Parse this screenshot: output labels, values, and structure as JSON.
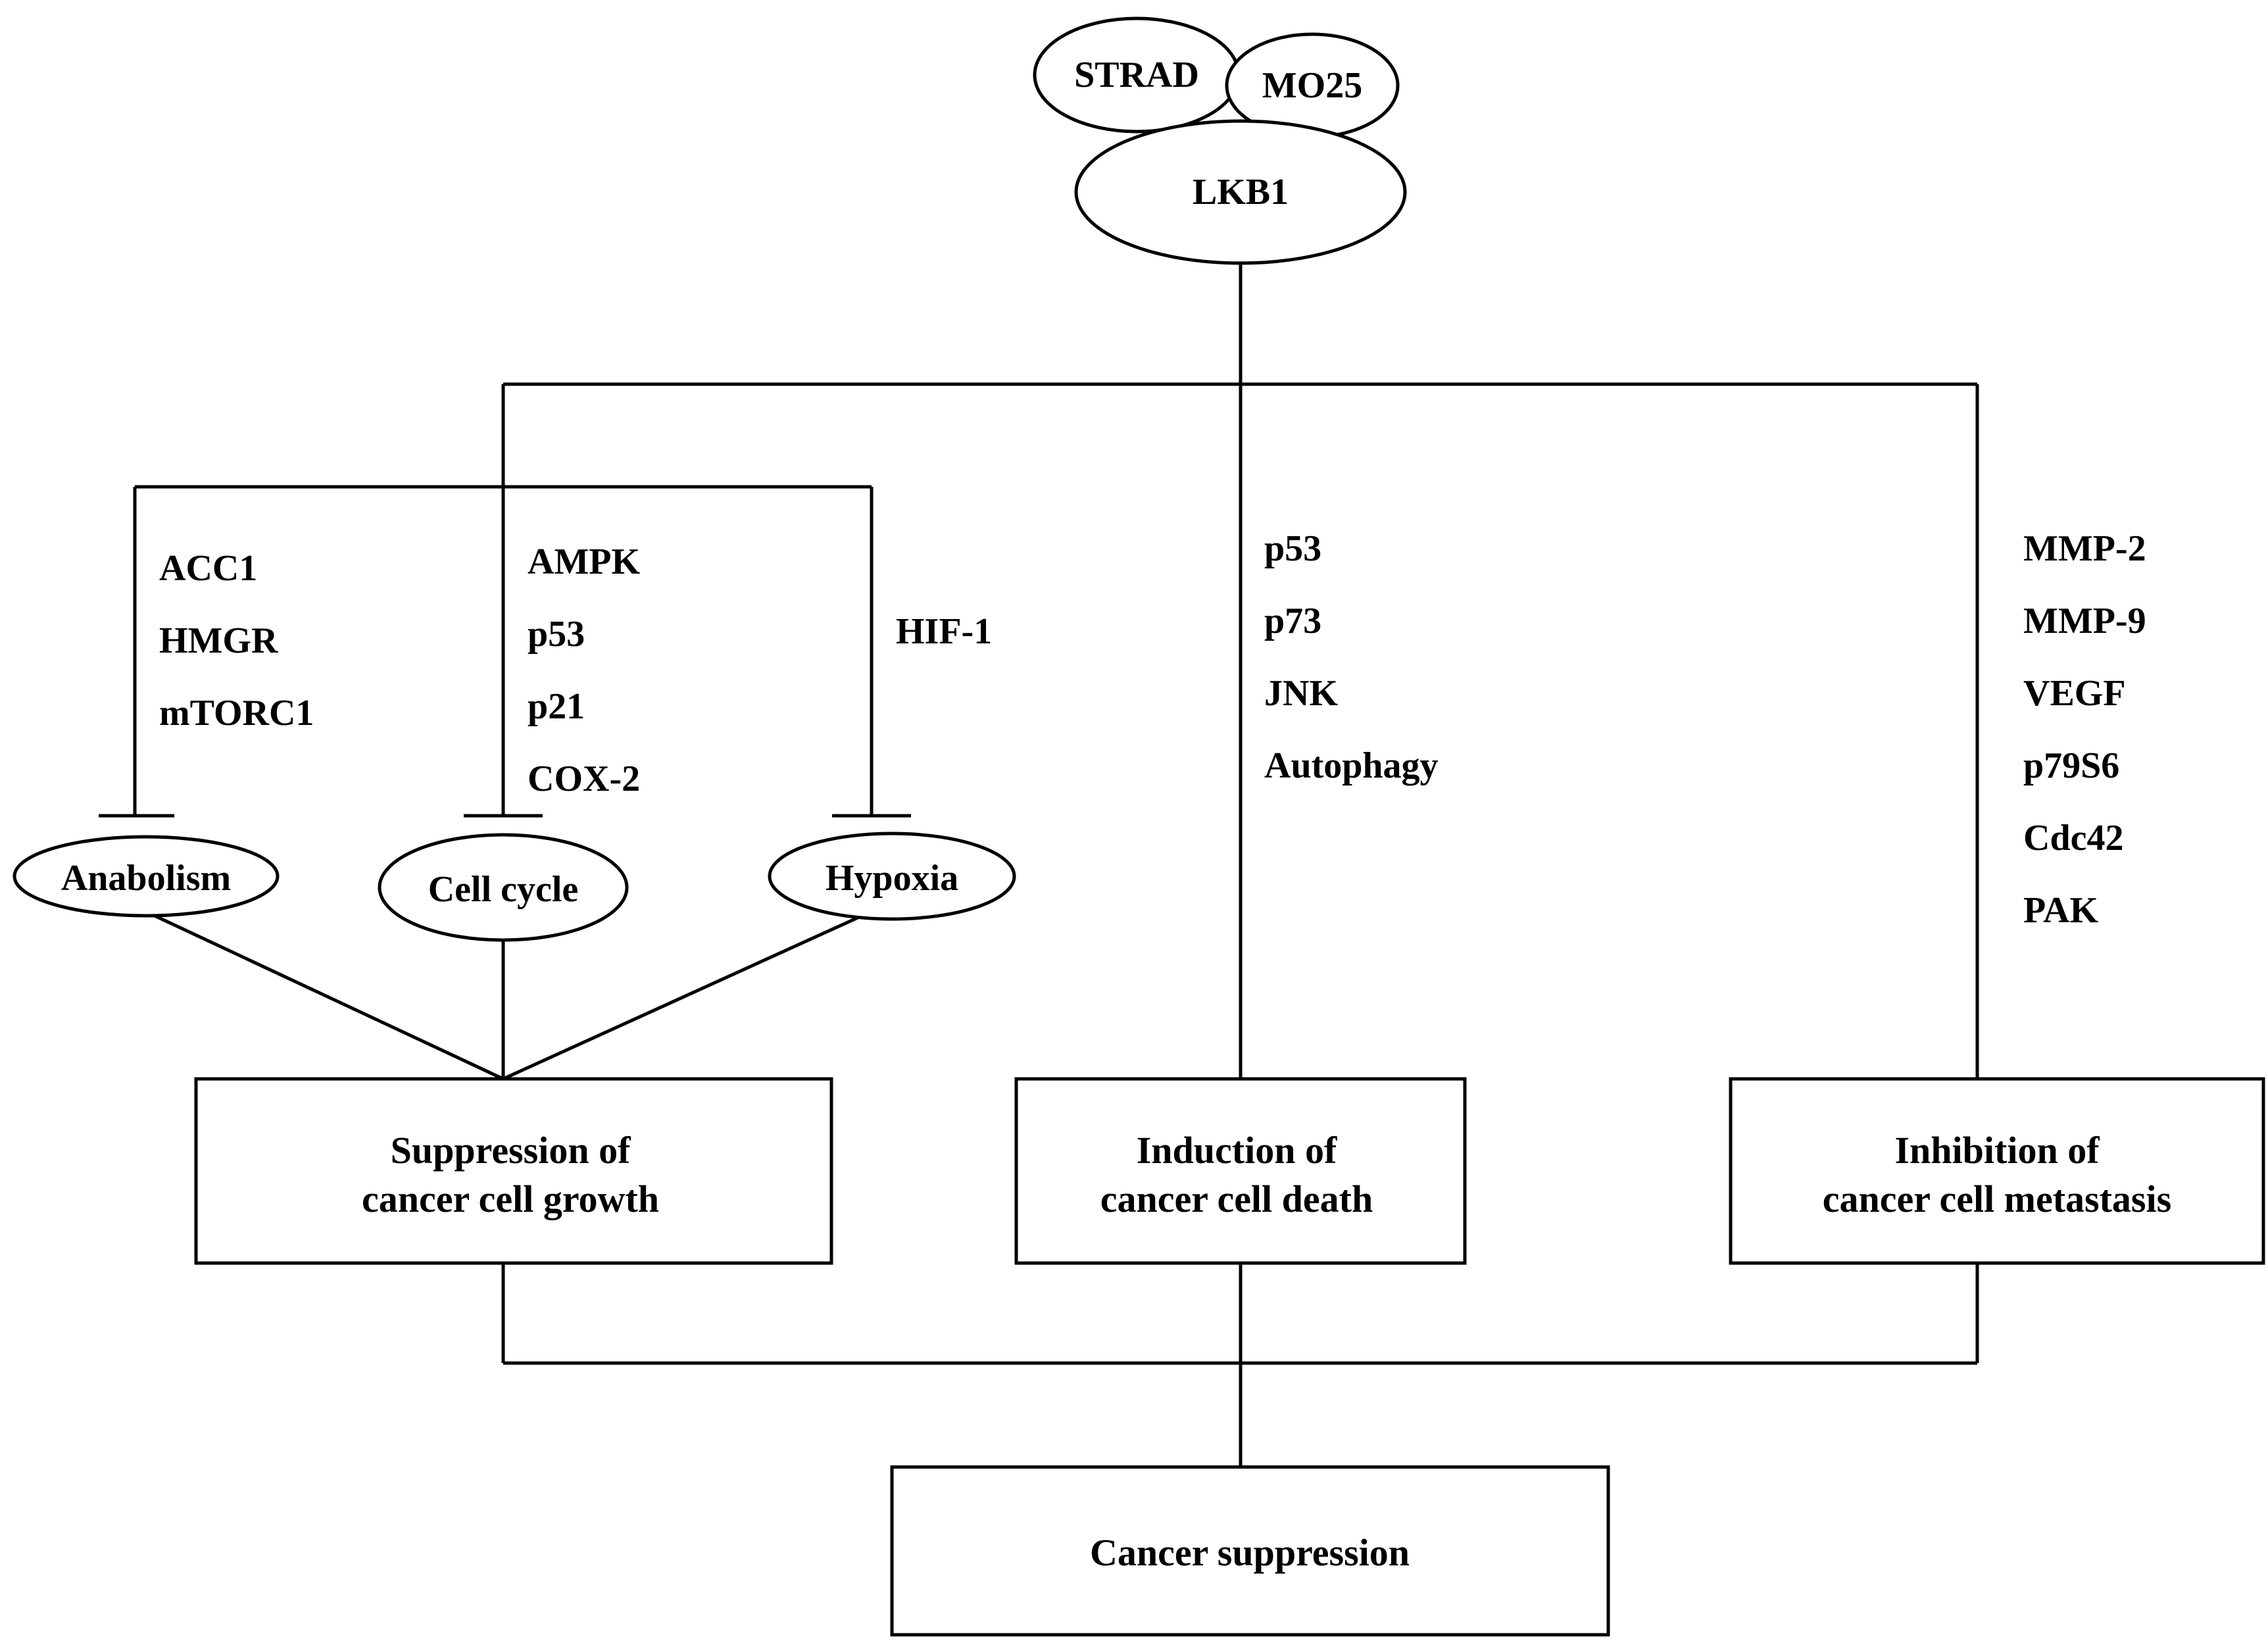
{
  "complex": {
    "strad": "STRAD",
    "mo25": "MO25",
    "lkb1": "LKB1"
  },
  "processes": {
    "anabolism": "Anabolism",
    "cell_cycle": "Cell cycle",
    "hypoxia": "Hypoxia"
  },
  "factors": {
    "anabolism": [
      "ACC1",
      "HMGR",
      "mTORC1"
    ],
    "cell_cycle": [
      "AMPK",
      "p53",
      "p21",
      "COX-2"
    ],
    "hypoxia": [
      "HIF-1"
    ],
    "death": [
      "p53",
      "p73",
      "JNK",
      "Autophagy"
    ],
    "metastasis": [
      "MMP-2",
      "MMP-9",
      "VEGF",
      "p79S6",
      "Cdc42",
      "PAK"
    ]
  },
  "outcomes": {
    "growth": [
      "Suppression of",
      "cancer cell growth"
    ],
    "death": [
      "Induction of",
      "cancer cell death"
    ],
    "metastasis": [
      "Inhibition of",
      "cancer cell metastasis"
    ]
  },
  "final": "Cancer suppression"
}
